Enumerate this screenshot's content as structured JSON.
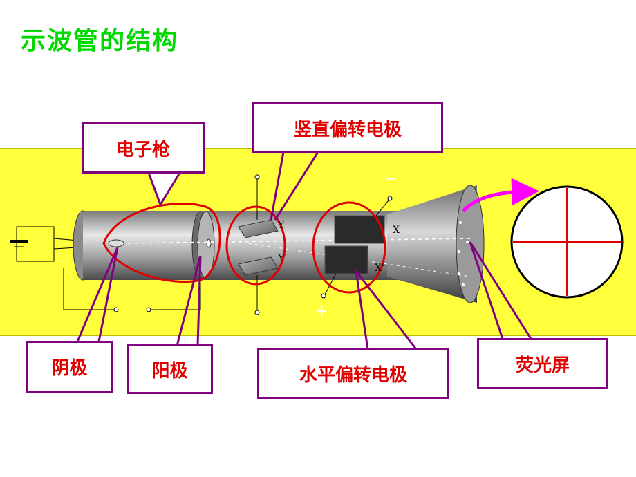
{
  "title": "示波管的结构",
  "labels": {
    "electron_gun": "电子枪",
    "vertical_plates": "竖直偏转电极",
    "cathode": "阴极",
    "anode": "阳极",
    "horizontal_plates": "水平偏转电极",
    "screen": "荧光屏"
  },
  "plate_tags": {
    "y": "Y",
    "y_prime": "Y'",
    "x": "X",
    "x_prime": "X'"
  },
  "signs": {
    "minus": "−",
    "plus": "+"
  },
  "colors": {
    "title": "#00d800",
    "panel": "#ffff3c",
    "label_border": "#800080",
    "label_text": "#e00000",
    "highlight": "#e00000",
    "arrow": "#ff00ff"
  }
}
